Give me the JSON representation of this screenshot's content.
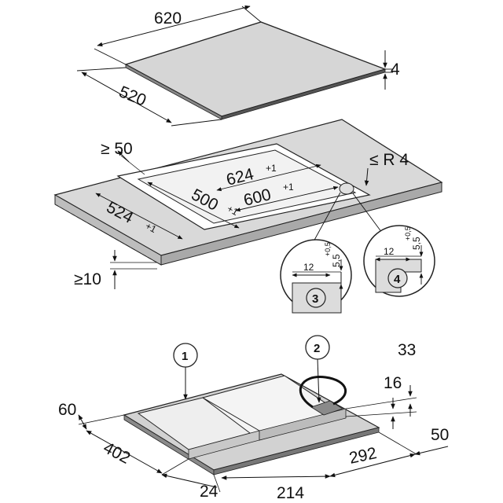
{
  "figure": {
    "top_hob": {
      "width": "620",
      "depth": "520",
      "thickness": "4"
    },
    "cutout": {
      "min_edge": "≥ 50",
      "radius": "≤ R 4",
      "outer_width": "624",
      "outer_width_tol": "+1",
      "inner_width": "600",
      "inner_width_tol": "+1",
      "outer_depth": "524",
      "outer_depth_tol": "+1",
      "inner_depth": "500",
      "inner_depth_tol": "+1",
      "min_thickness": "≥10"
    },
    "detail3": {
      "number": "3",
      "width": "12",
      "height": "5,5",
      "height_tol": "+0,5"
    },
    "detail4": {
      "number": "4",
      "width": "12",
      "height": "5,5",
      "height_tol": "+0,5"
    },
    "bottom_hob": {
      "callout1": "1",
      "callout2": "2",
      "dim_60": "60",
      "dim_402": "402",
      "dim_24": "24",
      "dim_214": "214",
      "dim_292": "292",
      "dim_50": "50",
      "dim_16": "16",
      "dim_33": "33"
    }
  }
}
